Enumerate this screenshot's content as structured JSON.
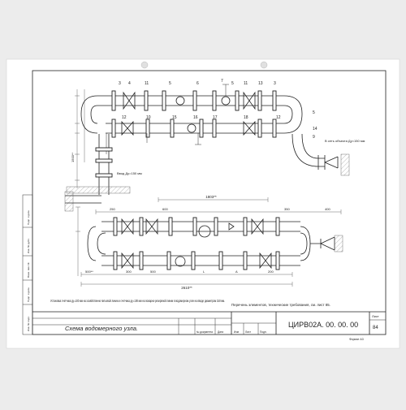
{
  "drawing": {
    "callouts_top": [
      "3",
      "4",
      "11",
      "5",
      "6",
      "7",
      "5",
      "11",
      "13",
      "3",
      "5",
      "14",
      "9"
    ],
    "callouts_mid": [
      "12",
      "10",
      "15",
      "16",
      "17",
      "18",
      "12"
    ],
    "dims": {
      "d1500": "1500**",
      "d250": "250",
      "d1803": "1803**",
      "d400": "400",
      "d500a": "500**",
      "d500b": "500",
      "d600": "600",
      "dL": "L",
      "dA": "A",
      "d2610": "2610**",
      "d200": "200",
      "d300": "300",
      "d350": "350"
    },
    "note_out": "В сеть объекта Ду=150 мм",
    "note_in": "Ввод Ду=150 мм",
    "note_meter": "Установка счетчика ду=100 мм на хозяйственно-питьевой линии и счетчика ду=100 мм на пожарно-резервной линии в водомерном узле на вводе диаметром 150 мм.",
    "list_note": "Перечень элементов, технические требования, см. лист 85."
  },
  "title_block": {
    "title": "Схема водомерного узла.",
    "code": "ЦИРВ02А. 00. 00. 00",
    "sheet_label": "Лист",
    "sheet_no": "84",
    "format": "Формат А3",
    "col_labels": [
      "Изм",
      "Лист",
      "№ документа",
      "Подп.",
      "Дата"
    ],
    "side_labels": [
      "Инв. № подл.",
      "Подп. и дата",
      "Взам. инв. №",
      "Инв. № дубл.",
      "Подп. и дата"
    ]
  }
}
